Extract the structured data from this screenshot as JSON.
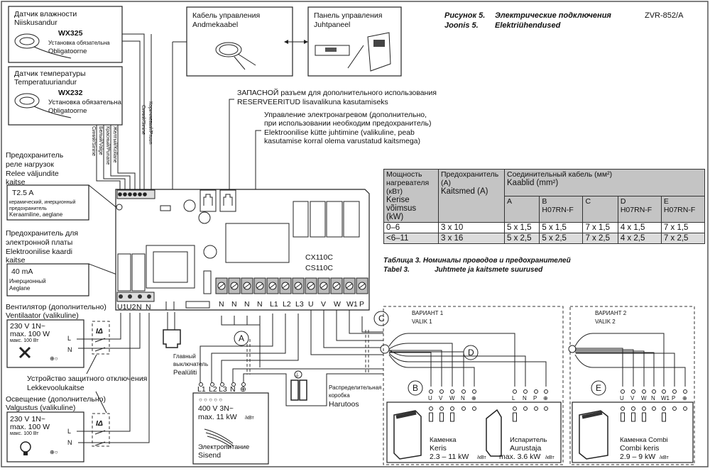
{
  "figure": {
    "title_ru": "Рисунок 5.",
    "subtitle_ru": "Электрические подключения",
    "title_et": "Joonis 5.",
    "subtitle_et": "Elektriühendused",
    "code": "ZVR-852/A"
  },
  "humidity_sensor": {
    "name_ru": "Датчик влажности",
    "name_et": "Niiskusandur",
    "model": "WX325",
    "req_ru": "Установка обязательна",
    "req_et": "Obligatoorne"
  },
  "temp_sensor": {
    "name_ru": "Датчик температуры",
    "name_et": "Temperatuuriandur",
    "model": "WX232",
    "req_ru": "Установка обязательна",
    "req_et": "Obligatoorne"
  },
  "wires": {
    "blue1": "Синий/Sinine",
    "white": "Белый/Valge",
    "red": "Красный/Punane",
    "yellow": "Желтый/Kollane",
    "blue2": "Синий/Sinine",
    "brown": "Коричневый/Pruun"
  },
  "control_cable": {
    "name_ru": "Кабель управления",
    "name_et": "Andmekaabel"
  },
  "control_panel": {
    "name_ru": "Панель управления",
    "name_et": "Juhtpaneel"
  },
  "spare": {
    "ru": "ЗАПАСНОЙ разъем для дополнительного использования",
    "et": "RESERVEERITUD lisavalikuna kasutamiseks"
  },
  "heating_control": {
    "ru1": "Управление электронагревом (дополнительно,",
    "ru2": "при использовании необходим предохранитель)",
    "et1": "Elektroonilise kütte juhtimine (valikuline, peab",
    "et2": "kasutamise korral olema varustatud kaitsmega)"
  },
  "relay_fuse": {
    "l1": "Предохранитель",
    "l2": "реле нагрузок",
    "l3": "Relee väljundite",
    "l4": "kaitse",
    "value": "T2.5 A",
    "d1": "керамический, инерционный",
    "d2": "предохранитель",
    "d3": "Keraamiline, aeglane"
  },
  "board_fuse": {
    "l1": "Предохранитель для",
    "l2": "электронной платы",
    "l3": "Elektroonilise kaardi",
    "l4": "kaitse",
    "value": "40 mA",
    "d1": "Инерционный",
    "d2": "Aeglane"
  },
  "board": {
    "model1": "CX110C",
    "model2": "CS110C",
    "terminals": [
      "N",
      "N",
      "N",
      "N",
      "L1",
      "L2",
      "L3",
      "U",
      "V",
      "W",
      "W1",
      "P"
    ],
    "aux_terminals": [
      "U1",
      "U2",
      "N",
      "N"
    ]
  },
  "fan": {
    "l1": "Вентилятор (дополнительно)",
    "l2": "Ventilaator (valikuline)",
    "v": "230 V 1N~",
    "p": "max. 100 W",
    "p_ru": "макс. 100 Вт",
    "L": "L",
    "N": "N"
  },
  "light": {
    "l1": "Освещение (дополнительно)",
    "l2": "Valgustus (valikuline)",
    "v": "230 V 1N~",
    "p": "max. 100 W",
    "p_ru": "макс. 100 Вт",
    "L": "L",
    "N": "N"
  },
  "rcd": {
    "ru": "Устройство защитного отключения",
    "et": "Lekkevoolukaitse",
    "symbol": "IΔ"
  },
  "main_switch": {
    "ru1": "Главный",
    "ru2": "выключатель",
    "et": "Pealüliti"
  },
  "supply": {
    "terms": [
      "L1",
      "L2",
      "L3",
      "N",
      "⊕"
    ],
    "v": "400 V 3N~",
    "p": "max. 11 kW",
    "p_ru": "/кВт",
    "ru": "Электропитание",
    "et": "Sisend"
  },
  "junction": {
    "ru1": "Распределительная",
    "ru2": "коробка",
    "et": "Harutoos"
  },
  "cable_markers": [
    "A",
    "B",
    "C",
    "D",
    "E"
  ],
  "variant1": {
    "ru": "ВАРИАНТ 1",
    "et": "VALIK 1",
    "heater_terms": [
      "U",
      "V",
      "W",
      "N",
      "⊕"
    ],
    "evap_terms": [
      "L",
      "N",
      "P",
      "⊕"
    ],
    "heater_ru": "Каменка",
    "heater_et": "Keris",
    "heater_p": "2.3 – 11 kW",
    "heater_p_ru": "/кВт",
    "evap_ru": "Испаритель",
    "evap_et": "Aurustaja",
    "evap_p": "max. 3.6 kW",
    "evap_p_ru": "/кВт"
  },
  "variant2": {
    "ru": "ВАРИАНТ 2",
    "et": "VALIK 2",
    "terms": [
      "U",
      "V",
      "W",
      "N",
      "W1",
      "P",
      "⊕"
    ],
    "heater_ru": "Каменка Combi",
    "heater_et": "Combi keris",
    "heater_p": "2.9 – 9 kW",
    "heater_p_ru": "/кВт"
  },
  "table": {
    "h_power": [
      "Мощность",
      "нагревателя",
      "(кВт)",
      "Kerise",
      "võimsus",
      "(kW)"
    ],
    "h_fuse": [
      "Предохранитель",
      "(A)",
      "Kaitsmed (A)"
    ],
    "h_cable_ru": "Соединительный кабель (мм²)",
    "h_cable_et": "Kaablid (mm²)",
    "cols": [
      [
        "A",
        ""
      ],
      [
        "B",
        "H07RN-F"
      ],
      [
        "C",
        ""
      ],
      [
        "D",
        "H07RN-F"
      ],
      [
        "E",
        "H07RN-F"
      ]
    ],
    "rows": [
      [
        "0–6",
        "3 x 10",
        "5 x 1,5",
        "5 x 1,5",
        "7 x 1,5",
        "4 x 1,5",
        "7 x 1,5"
      ],
      [
        "<6–11",
        "3 x 16",
        "5 x 2,5",
        "5 x 2,5",
        "7 x 2,5",
        "4 x 2,5",
        "7 x 2,5"
      ]
    ],
    "caption_ru": "Таблица 3.  Номиналы проводов и предохранителей",
    "caption_et_label": "Tabel 3.",
    "caption_et": "Juhtmete ja kaitsmete suurused"
  }
}
